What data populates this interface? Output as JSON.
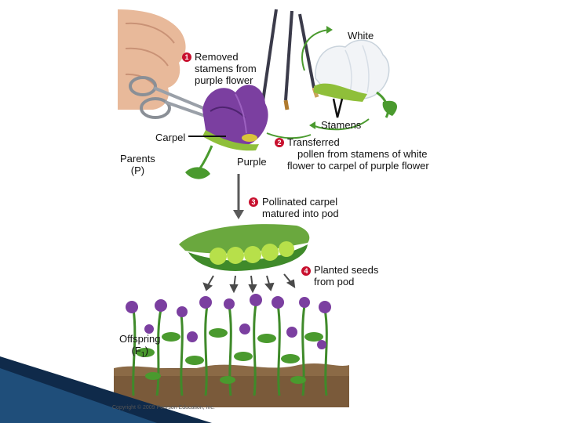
{
  "labels": {
    "white": "White",
    "stamens": "Stamens",
    "carpel": "Carpel",
    "purple": "Purple",
    "parents": [
      "Parents",
      "(P)"
    ],
    "offspring": [
      "Offspring",
      "(F",
      "1",
      ")"
    ]
  },
  "steps": [
    {
      "num": "1",
      "lines": [
        "Removed",
        "stamens from",
        "purple flower"
      ]
    },
    {
      "num": "2",
      "lines": [
        "Transferred",
        "pollen from stamens of white",
        "flower to carpel of purple flower"
      ]
    },
    {
      "num": "3",
      "lines": [
        "Pollinated carpel",
        "matured into pod"
      ]
    },
    {
      "num": "4",
      "lines": [
        "Planted seeds",
        "from pod"
      ]
    }
  ],
  "copyright": "Copyright © 2009 Pearson Education, Inc.",
  "colors": {
    "badge": "#c8102e",
    "purple_flower": "#7b3fa0",
    "leaf_green": "#4a9a2e",
    "pod_green": "#5fae3a",
    "pea": "#b7e04a"
  }
}
